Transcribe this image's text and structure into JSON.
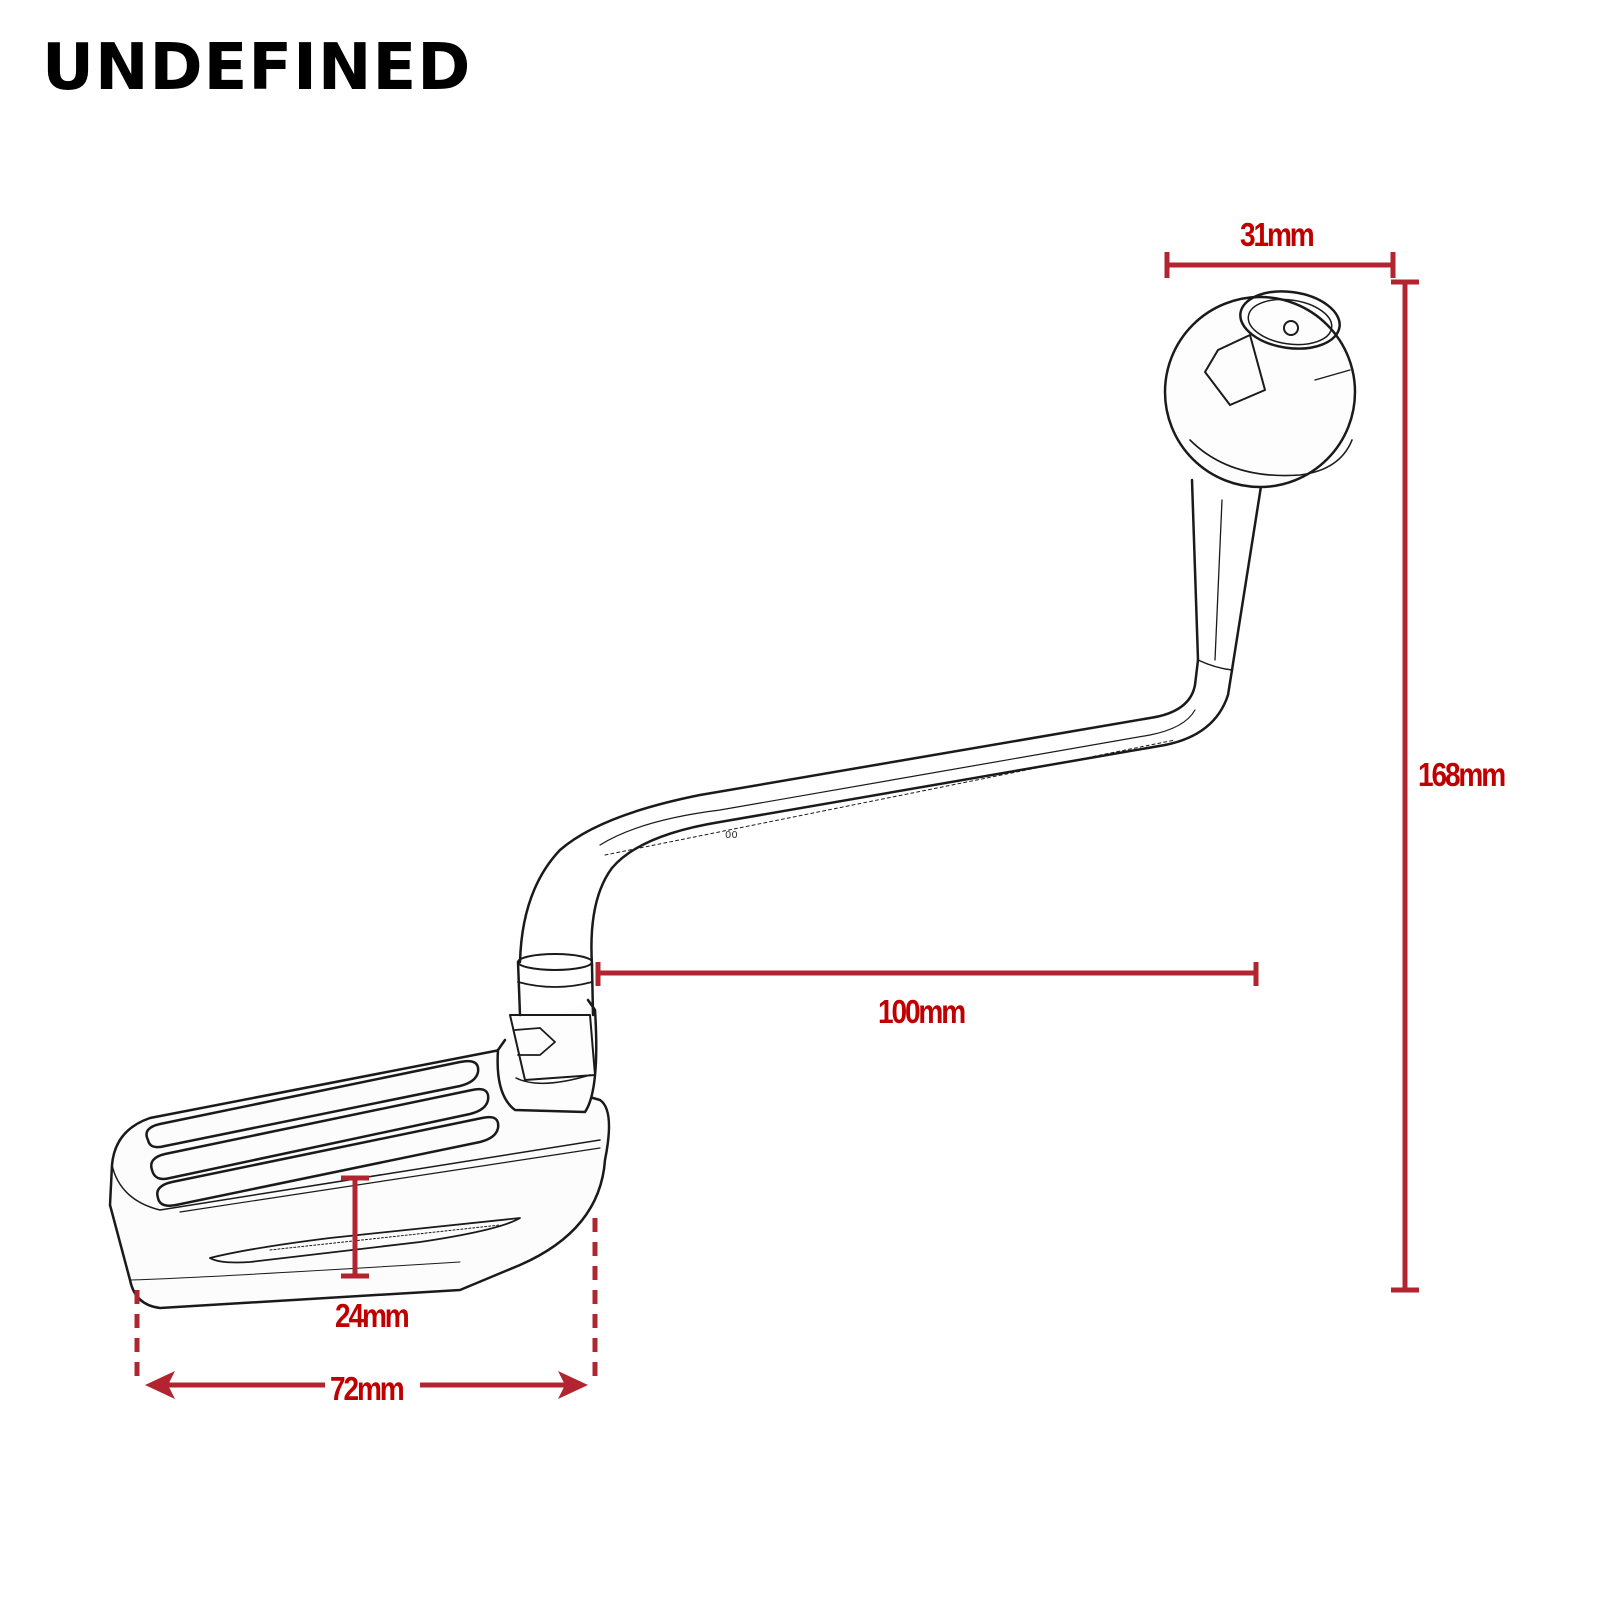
{
  "brand": {
    "name": "UNDEFINED"
  },
  "colors": {
    "dimension_red": "#b22530",
    "label_red": "#c00000",
    "outline": "#1a1a1a",
    "background": "#ffffff"
  },
  "product": {
    "description": "Motorcycle heel-toe shift lever with ball knob and ribbed toe peg (line drawing)"
  },
  "dimensions": {
    "knob_diameter": {
      "label": "31mm",
      "orientation": "horizontal"
    },
    "total_height": {
      "label": "168mm",
      "orientation": "vertical"
    },
    "arm_length": {
      "label": "100mm",
      "orientation": "horizontal"
    },
    "peg_thickness": {
      "label": "24mm",
      "orientation": "vertical"
    },
    "peg_length": {
      "label": "72mm",
      "orientation": "horizontal",
      "style": "double-arrow"
    }
  }
}
